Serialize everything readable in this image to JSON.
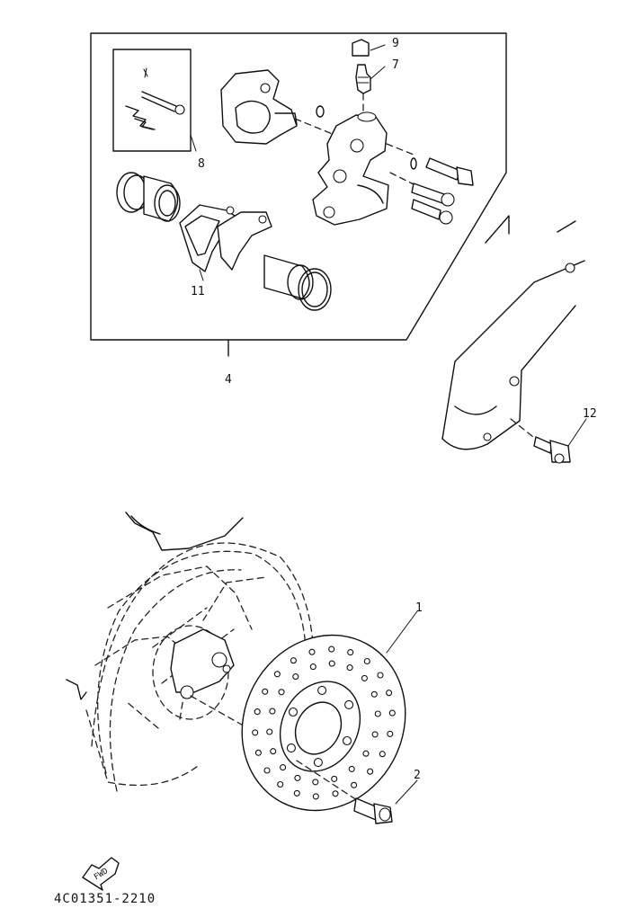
{
  "diagram": {
    "callouts": {
      "disc": "1",
      "disc_bolt": "2",
      "caliper_assembly": "4",
      "bleed_screw": "7",
      "pin_kit": "8",
      "bleed_cap": "9",
      "pad_kit": "11",
      "caliper_bolt": "12"
    },
    "fwd_mark": "FWD",
    "figure_code": "4C01351-2210"
  },
  "colors": {
    "ink": "#111111",
    "paper": "#ffffff"
  }
}
